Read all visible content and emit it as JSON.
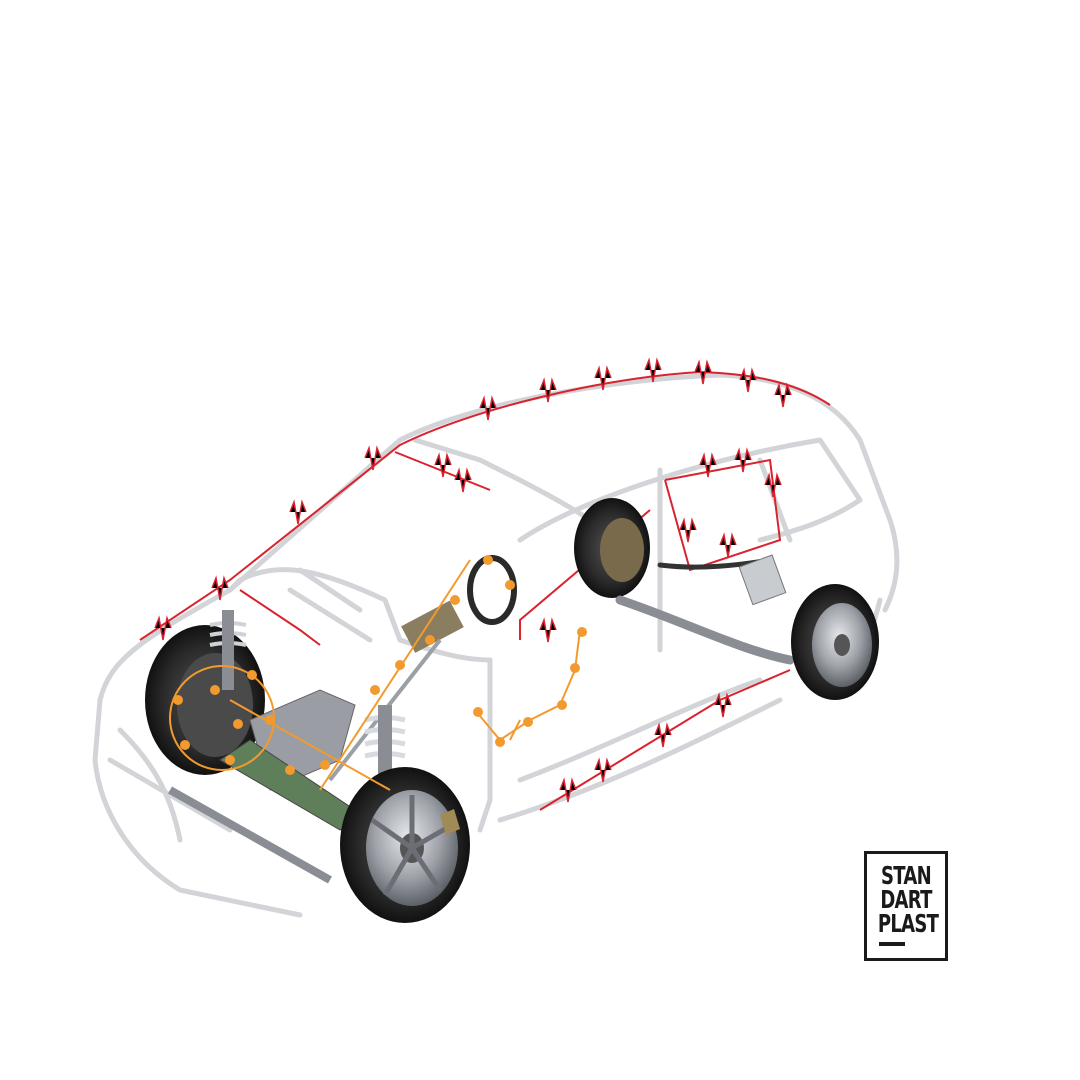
{
  "image": {
    "subject": "car-noise-vibration-illustration",
    "background": "#ffffff",
    "colors": {
      "body_outline": "#d2d4d8",
      "noise_path": "#d9232e",
      "vibration_path": "#f39a2e",
      "tire": "#1e1e1e",
      "metal": "#8a8e94",
      "subframe_green": "#5f7f5a"
    }
  },
  "logo": {
    "lines": [
      "STAN",
      "DART",
      "PLAST"
    ],
    "border_color": "#1a1a1a"
  }
}
